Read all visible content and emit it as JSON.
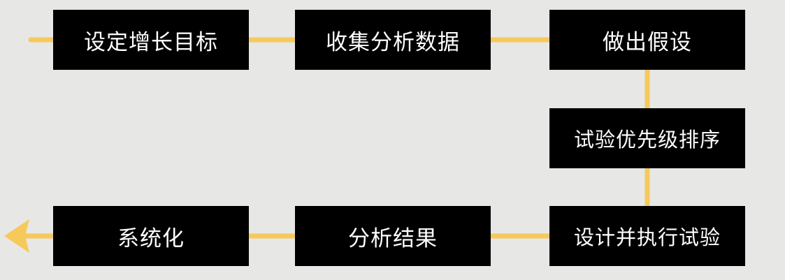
{
  "diagram": {
    "colors": {
      "background": "#e7e7e5",
      "box_fill": "#000000",
      "box_text": "#ffffff",
      "connector": "#f7c95a"
    },
    "steps": [
      {
        "id": "goal",
        "label": "设定增长目标"
      },
      {
        "id": "data",
        "label": "收集分析数据"
      },
      {
        "id": "hypo",
        "label": "做出假设"
      },
      {
        "id": "prio",
        "label": "试验优先级排序"
      },
      {
        "id": "exec",
        "label": "设计并执行试验"
      },
      {
        "id": "anal",
        "label": "分析结果"
      },
      {
        "id": "sys",
        "label": "系统化"
      }
    ],
    "flow": [
      "goal",
      "data",
      "hypo",
      "prio",
      "exec",
      "anal",
      "sys"
    ]
  }
}
